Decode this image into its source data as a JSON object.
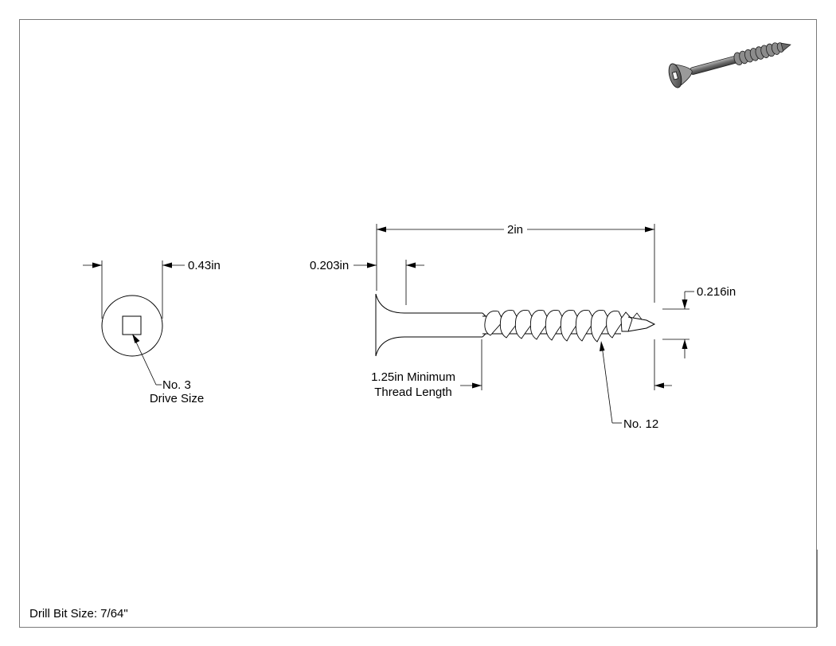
{
  "drawing": {
    "overall_length": "2in",
    "head_thickness": "0.203in",
    "head_diameter": "0.43in",
    "tip_diameter": "0.216in",
    "thread_length": {
      "line1": "1.25in Minimum",
      "line2": "Thread Length"
    },
    "screw_size": "No. 12",
    "drive_size": {
      "line1": "No. 3",
      "line2": "Drive Size"
    },
    "drill_bit": "Drill Bit Size: 7/64\""
  }
}
